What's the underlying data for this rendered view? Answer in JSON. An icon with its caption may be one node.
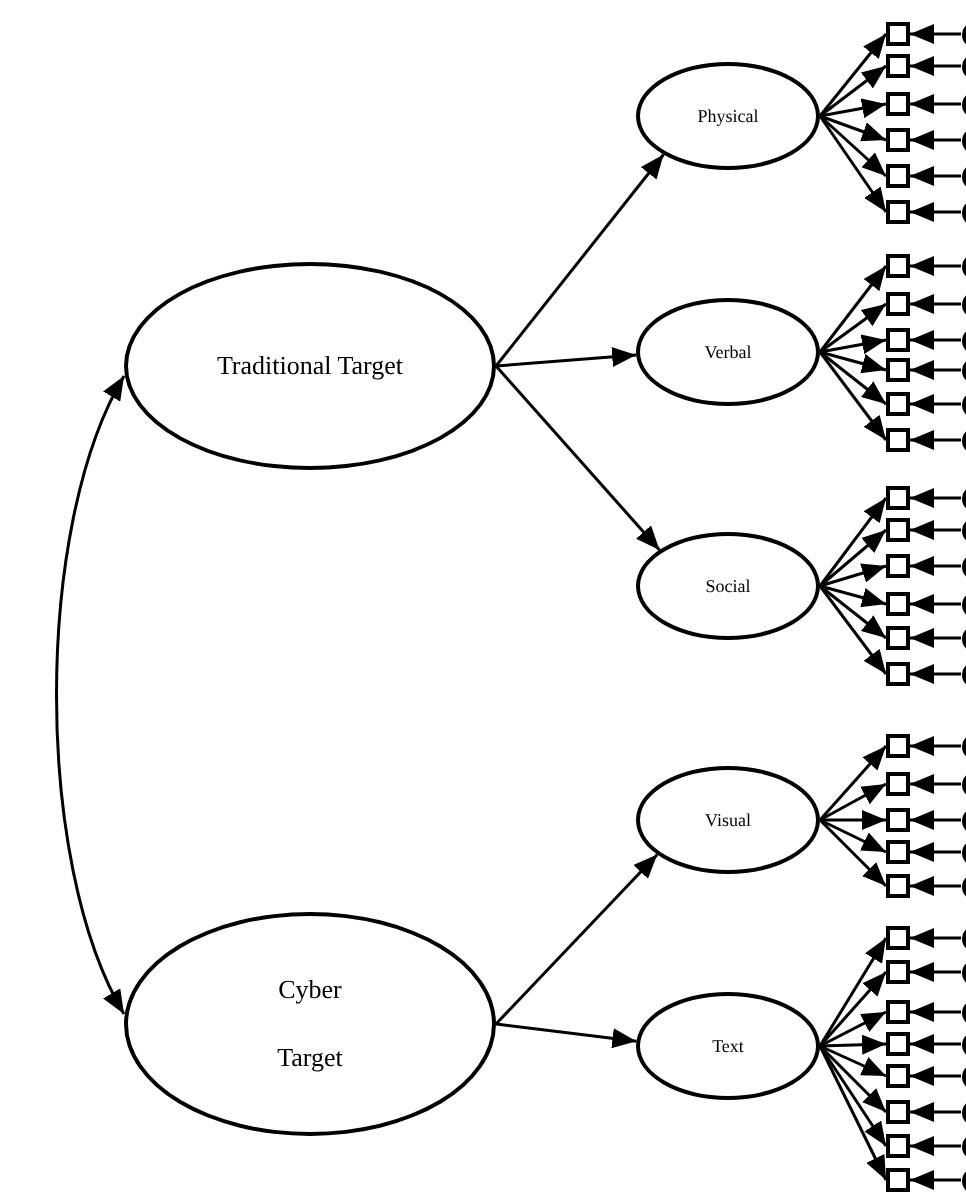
{
  "diagram": {
    "nodes": [
      {
        "text": [
          "Traditional Target"
        ]
      },
      {
        "text": [
          "Cyber Target"
        ]
      },
      {
        "text": [
          "Physical"
        ]
      },
      {
        "text": [
          "Verbal"
        ]
      },
      {
        "text": [
          "Social"
        ]
      },
      {
        "text": [
          "Visual"
        ]
      },
      {
        "text": [
          "Text"
        ]
      },
      {
        "text": [],
        "shape": "box"
      },
      {
        "text": [],
        "shape": "box"
      },
      {
        "text": [],
        "shape": "box"
      },
      {
        "text": [],
        "shape": "box"
      },
      {
        "text": [],
        "shape": "box"
      },
      {
        "text": [],
        "shape": "box"
      },
      {
        "text": [],
        "shape": "box"
      },
      {
        "text": [],
        "shape": "box"
      },
      {
        "text": [],
        "shape": "box"
      },
      {
        "text": [],
        "shape": "box"
      },
      {
        "text": [],
        "shape": "box"
      },
      {
        "text": [],
        "shape": "box"
      },
      {
        "text": [],
        "shape": "box"
      },
      {
        "text": [],
        "shape": "box"
      },
      {
        "text": [],
        "shape": "box"
      },
      {
        "text": [],
        "shape": "box"
      },
      {
        "text": [],
        "shape": "box"
      },
      {
        "text": [],
        "shape": "box"
      },
      {
        "text": [],
        "shape": "box"
      },
      {
        "text": [],
        "shape": "box"
      },
      {
        "text": [],
        "shape": "box"
      },
      {
        "text": [],
        "shape": "box"
      },
      {
        "text": [],
        "shape": "box"
      },
      {
        "text": [],
        "shape": "box"
      },
      {
        "text": [],
        "shape": "box"
      },
      {
        "text": [],
        "shape": "box"
      },
      {
        "text": [],
        "shape": "box"
      },
      {
        "text": [],
        "shape": "box"
      },
      {
        "text": [],
        "shape": "box"
      },
      {
        "text": [],
        "shape": "box"
      },
      {
        "text": [],
        "shape": "box"
      },
      {
        "text": [],
        "shape": "circle"
      },
      {
        "text": [],
        "shape": "circle"
      },
      {
        "text": [],
        "shape": "circle"
      },
      {
        "text": [],
        "shape": "circle"
      },
      {
        "text": [],
        "shape": "circle"
      },
      {
        "text": [],
        "shape": "circle"
      },
      {
        "text": [],
        "shape": "circle"
      },
      {
        "text": [],
        "shape": "circle"
      },
      {
        "text": [],
        "shape": "circle"
      },
      {
        "text": [],
        "shape": "circle"
      },
      {
        "text": [],
        "shape": "circle"
      },
      {
        "text": [],
        "shape": "circle"
      },
      {
        "text": [],
        "shape": "circle"
      },
      {
        "text": [],
        "shape": "circle"
      },
      {
        "text": [],
        "shape": "circle"
      },
      {
        "text": [],
        "shape": "circle"
      },
      {
        "text": [],
        "shape": "circle"
      },
      {
        "text": [],
        "shape": "circle"
      },
      {
        "text": [],
        "shape": "circle"
      },
      {
        "text": [],
        "shape": "circle"
      },
      {
        "text": [],
        "shape": "circle"
      },
      {
        "text": [],
        "shape": "circle"
      },
      {
        "text": [],
        "shape": "circle"
      },
      {
        "text": [],
        "shape": "circle"
      },
      {
        "text": [],
        "shape": "circle"
      },
      {
        "text": [],
        "shape": "circle"
      },
      {
        "text": [],
        "shape": "circle"
      },
      {
        "text": [],
        "shape": "circle"
      },
      {
        "text": [],
        "shape": "circle"
      },
      {
        "text": [],
        "shape": "circle"
      },
      {
        "text": [],
        "shape": "circle"
      }
    ],
    "edges": [
      {
        "from": 0,
        "to": 1,
        "arrow": "both"
      },
      {
        "from": 0,
        "to": 2,
        "arrow": "to"
      },
      {
        "from": 0,
        "to": 3,
        "arrow": "to"
      },
      {
        "from": 0,
        "to": 4,
        "arrow": "to"
      },
      {
        "from": 1,
        "to": 5,
        "arrow": "to"
      },
      {
        "from": 1,
        "to": 6,
        "arrow": "to"
      },
      {
        "from": 2,
        "to": 7,
        "arrow": "to"
      },
      {
        "from": 2,
        "to": 8,
        "arrow": "to"
      },
      {
        "from": 2,
        "to": 9,
        "arrow": "to"
      },
      {
        "from": 2,
        "to": 10,
        "arrow": "to"
      },
      {
        "from": 2,
        "to": 11,
        "arrow": "to"
      },
      {
        "from": 2,
        "to": 12,
        "arrow": "to"
      },
      {
        "from": 3,
        "to": 13,
        "arrow": "to"
      },
      {
        "from": 3,
        "to": 14,
        "arrow": "to"
      },
      {
        "from": 3,
        "to": 15,
        "arrow": "to"
      },
      {
        "from": 3,
        "to": 16,
        "arrow": "to"
      },
      {
        "from": 3,
        "to": 17,
        "arrow": "to"
      },
      {
        "from": 3,
        "to": 18,
        "arrow": "to"
      },
      {
        "from": 4,
        "to": 19,
        "arrow": "to"
      },
      {
        "from": 4,
        "to": 20,
        "arrow": "to"
      },
      {
        "from": 4,
        "to": 21,
        "arrow": "to"
      },
      {
        "from": 4,
        "to": 22,
        "arrow": "to"
      },
      {
        "from": 4,
        "to": 23,
        "arrow": "to"
      },
      {
        "from": 4,
        "to": 24,
        "arrow": "to"
      },
      {
        "from": 5,
        "to": 25,
        "arrow": "to"
      },
      {
        "from": 5,
        "to": 26,
        "arrow": "to"
      },
      {
        "from": 5,
        "to": 27,
        "arrow": "to"
      },
      {
        "from": 5,
        "to": 28,
        "arrow": "to"
      },
      {
        "from": 5,
        "to": 29,
        "arrow": "to"
      },
      {
        "from": 6,
        "to": 30,
        "arrow": "to"
      },
      {
        "from": 6,
        "to": 31,
        "arrow": "to"
      },
      {
        "from": 6,
        "to": 32,
        "arrow": "to"
      },
      {
        "from": 6,
        "to": 33,
        "arrow": "to"
      },
      {
        "from": 6,
        "to": 34,
        "arrow": "to"
      },
      {
        "from": 6,
        "to": 35,
        "arrow": "to"
      },
      {
        "from": 6,
        "to": 36,
        "arrow": "to"
      },
      {
        "from": 6,
        "to": 37,
        "arrow": "to"
      },
      {
        "from": 38,
        "to": 7,
        "arrow": "to"
      },
      {
        "from": 39,
        "to": 8,
        "arrow": "to"
      },
      {
        "from": 40,
        "to": 9,
        "arrow": "to"
      },
      {
        "from": 41,
        "to": 10,
        "arrow": "to"
      },
      {
        "from": 42,
        "to": 11,
        "arrow": "to"
      },
      {
        "from": 43,
        "to": 12,
        "arrow": "to"
      },
      {
        "from": 44,
        "to": 13,
        "arrow": "to"
      },
      {
        "from": 45,
        "to": 14,
        "arrow": "to"
      },
      {
        "from": 46,
        "to": 15,
        "arrow": "to"
      },
      {
        "from": 47,
        "to": 16,
        "arrow": "to"
      },
      {
        "from": 48,
        "to": 17,
        "arrow": "to"
      },
      {
        "from": 49,
        "to": 18,
        "arrow": "to"
      },
      {
        "from": 50,
        "to": 19,
        "arrow": "to"
      },
      {
        "from": 51,
        "to": 20,
        "arrow": "to"
      },
      {
        "from": 52,
        "to": 21,
        "arrow": "to"
      },
      {
        "from": 53,
        "to": 22,
        "arrow": "to"
      },
      {
        "from": 54,
        "to": 23,
        "arrow": "to"
      },
      {
        "from": 55,
        "to": 24,
        "arrow": "to"
      },
      {
        "from": 56,
        "to": 25,
        "arrow": "to"
      },
      {
        "from": 57,
        "to": 26,
        "arrow": "to"
      },
      {
        "from": 58,
        "to": 27,
        "arrow": "to"
      },
      {
        "from": 59,
        "to": 28,
        "arrow": "to"
      },
      {
        "from": 60,
        "to": 29,
        "arrow": "to"
      },
      {
        "from": 61,
        "to": 30,
        "arrow": "to"
      },
      {
        "from": 62,
        "to": 31,
        "arrow": "to"
      },
      {
        "from": 63,
        "to": 32,
        "arrow": "to"
      },
      {
        "from": 64,
        "to": 33,
        "arrow": "to"
      },
      {
        "from": 65,
        "to": 34,
        "arrow": "to"
      },
      {
        "from": 66,
        "to": 35,
        "arrow": "to"
      },
      {
        "from": 67,
        "to": 36,
        "arrow": "to"
      },
      {
        "from": 68,
        "to": 37,
        "arrow": "to"
      }
    ]
  }
}
